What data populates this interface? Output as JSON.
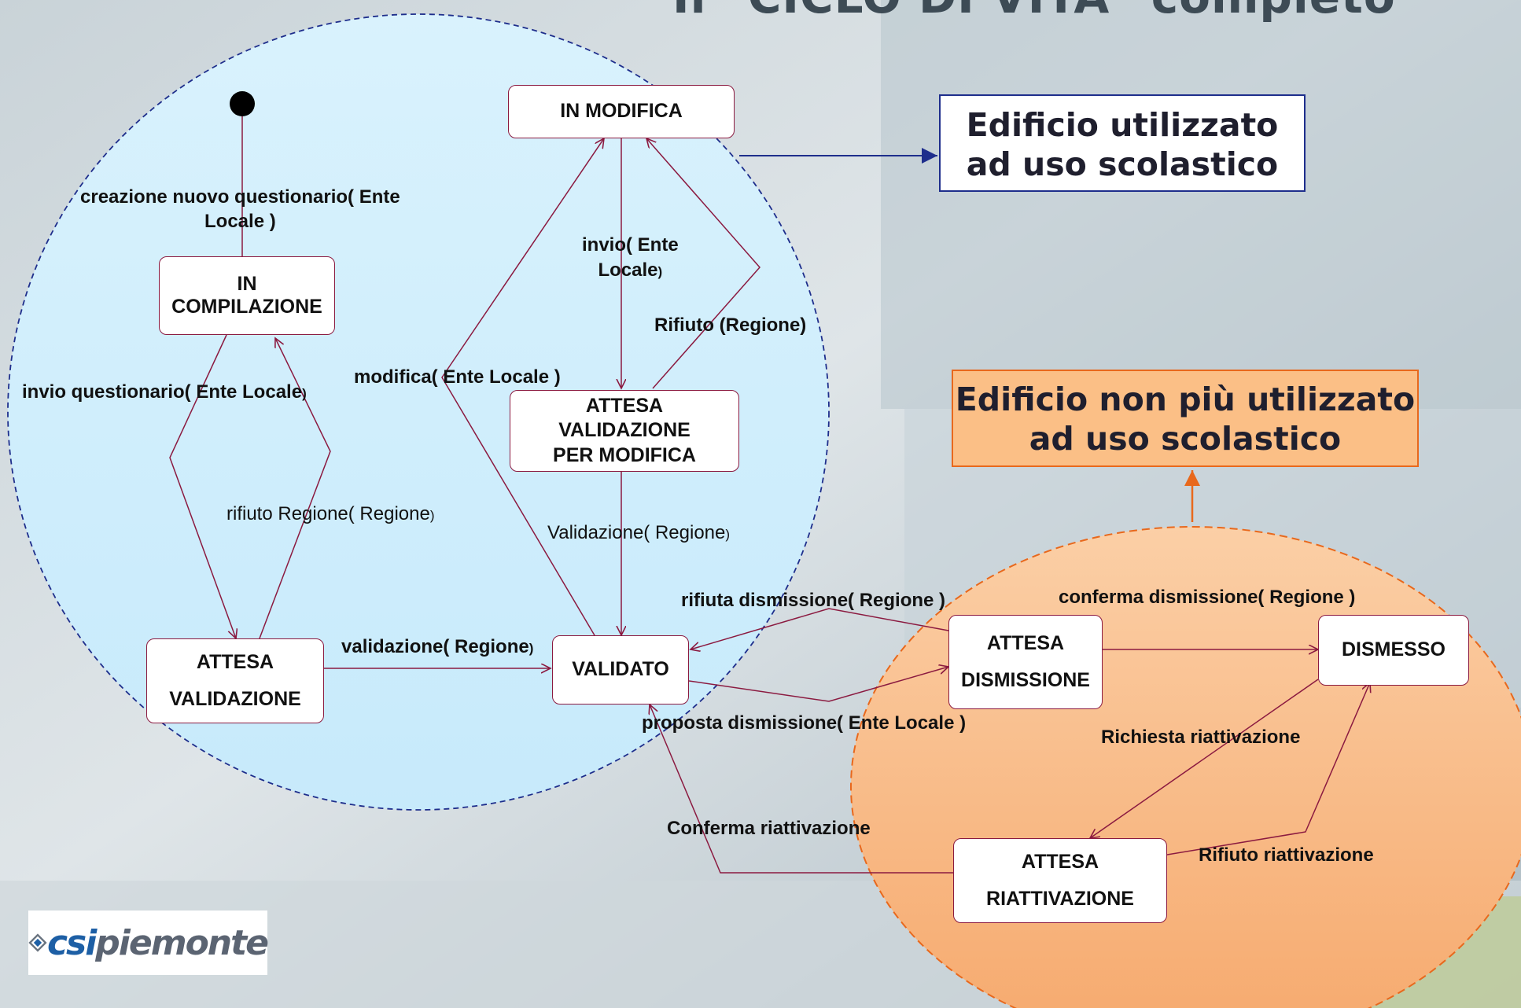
{
  "slide": {
    "title": "Il \"CICLO DI VITA\" completo"
  },
  "colors": {
    "transition": "#8b1a40",
    "blue_border": "#1e2e8c",
    "orange_border": "#e8681c",
    "blue_region": "#cfeefc",
    "orange_region": "#f9b37e"
  },
  "states": {
    "in_compilazione": [
      "IN",
      "COMPILAZIONE"
    ],
    "attesa_validazione": [
      "ATTESA",
      "VALIDAZIONE"
    ],
    "in_modifica": [
      "IN MODIFICA"
    ],
    "attesa_validazione_modifica": [
      "ATTESA",
      "VALIDAZIONE",
      "PER MODIFICA"
    ],
    "validato": [
      "VALIDATO"
    ],
    "attesa_dismissione": [
      "ATTESA",
      "DISMISSIONE"
    ],
    "dismesso": [
      "DISMESSO"
    ],
    "attesa_riattivazione": [
      "ATTESA",
      "RIATTIVAZIONE"
    ]
  },
  "transitions": {
    "creazione": [
      "creazione nuovo questionario( Ente",
      "Locale )"
    ],
    "invio_questionario": "invio questionario( Ente Locale",
    "rifiuto_regione": "rifiuto Regione( Regione",
    "validazione_regione": "validazione( Regione",
    "modifica": "modifica( Ente Locale )",
    "invio_ente": [
      "invio( Ente",
      "Locale"
    ],
    "rifiuto_regione_paren": "Rifiuto (Regione)",
    "validazione_modifica": "Validazione( Regione",
    "rifiuta_dismissione": "rifiuta dismissione( Regione )",
    "proposta_dismissione": "proposta dismissione( Ente Locale )",
    "conferma_dismissione": "conferma dismissione( Regione )",
    "richiesta_riattivazione": "Richiesta riattivazione",
    "conferma_riattivazione": "Conferma riattivazione",
    "rifiuto_riattivazione": "Rifiuto riattivazione",
    "close_paren": ")"
  },
  "notes": {
    "used": [
      "Edificio utilizzato",
      "ad uso scolastico"
    ],
    "not_used": [
      "Edificio non più utilizzato",
      "ad uso scolastico"
    ]
  },
  "logo": {
    "part1": "csi",
    "part2": "piemonte"
  }
}
